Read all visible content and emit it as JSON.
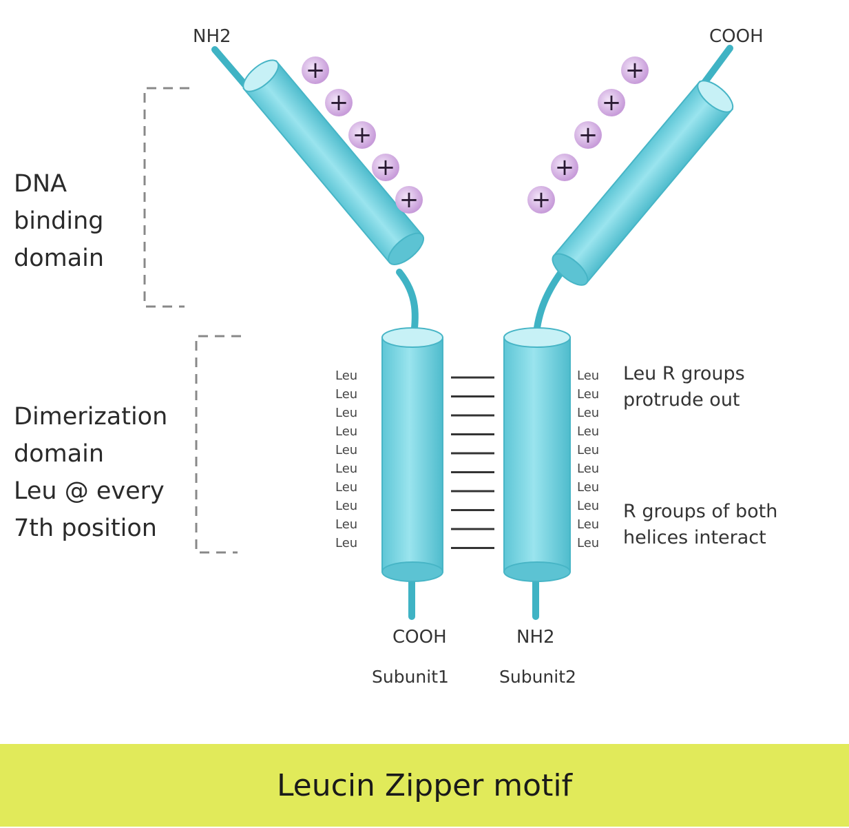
{
  "title": "Leucin Zipper motif",
  "terminals": {
    "top_left": "NH2",
    "top_right": "COOH",
    "bottom_left": "COOH",
    "bottom_right": "NH2"
  },
  "subunits": [
    "Subunit1",
    "Subunit2"
  ],
  "domains": {
    "dna_binding": [
      "DNA",
      "binding",
      "domain"
    ],
    "dimerization": [
      "Dimerization",
      "domain",
      "Leu @ every",
      "7th position"
    ]
  },
  "residue_label": "Leu",
  "residue_count": 10,
  "charge_symbol": "+",
  "charges_per_helix": 5,
  "notes": {
    "protrude": [
      "Leu R groups",
      "protrude out"
    ],
    "interact": [
      "R groups of both",
      "helices interact"
    ]
  },
  "colors": {
    "helix": "#7fd8e4",
    "helix_dark": "#3fb3c4",
    "charge": "#c79bd9",
    "banner": "#e1ea5a"
  }
}
